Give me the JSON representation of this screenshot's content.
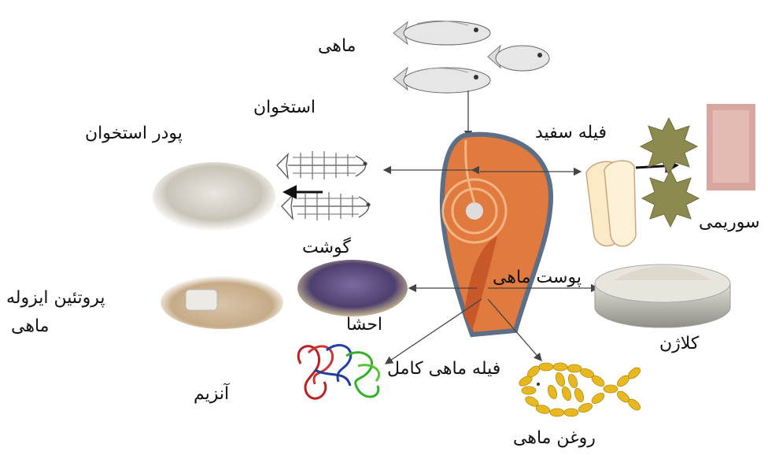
{
  "labels": {
    "fish": "ماهی",
    "bone": "استخوان",
    "bone_powder": "پودر استخوان",
    "white_fillet": "فیله سفید",
    "surimi": "سوریمی",
    "meat": "گوشت",
    "fish_skin": "پوست ماهی",
    "protein_isolate_line1": "پروتئین ایزوله",
    "protein_isolate_line2": "ماهی",
    "viscera": "احشا",
    "collagen": "کلاژن",
    "whole_fillet": "فیله ماهی کامل",
    "enzyme": "آنزیم",
    "fish_oil": "روغن ماهی"
  },
  "colors": {
    "salmon": "#e07a3e",
    "salmon_light": "#f4b583",
    "skin": "#5d6f86",
    "oil": "#e8b820",
    "star": "#8c8a4e",
    "arrow": "#555555"
  },
  "icons": [
    "fish-icon",
    "fish-skeleton-icon",
    "salmon-steak-icon",
    "star-icon",
    "protein-structure-icon",
    "oil-capsules-icon"
  ]
}
